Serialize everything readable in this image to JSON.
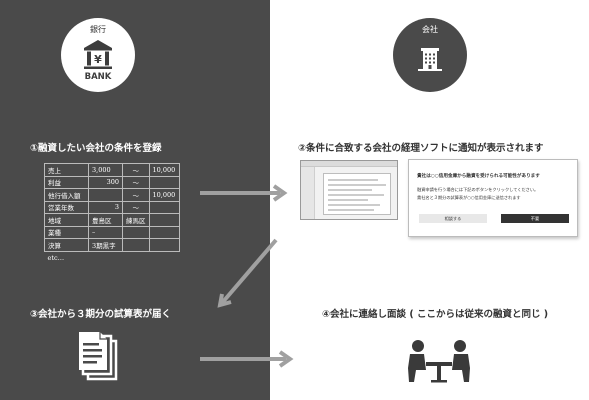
{
  "bank": {
    "label": "銀行",
    "icon": "bank-icon",
    "caption": "BANK",
    "symbol": "¥"
  },
  "company": {
    "label": "会社",
    "icon": "office-building-icon"
  },
  "steps": {
    "step1": "①融資したい会社の条件を登録",
    "step2": "②条件に合致する会社の経理ソフトに通知が表示されます",
    "step3": "③会社から３期分の試算表が届く",
    "step4": "④会社に連絡し面談 ( ここからは従来の融資と同じ )"
  },
  "conditions_table": {
    "rows": [
      [
        "売上",
        "3,000",
        "〜",
        "10,000"
      ],
      [
        "利益",
        "300",
        "〜",
        ""
      ],
      [
        "他行借入額",
        "",
        "〜",
        "10,000"
      ],
      [
        "営業年数",
        "3",
        "〜",
        ""
      ],
      [
        "地域",
        "豊島区",
        "練馬区",
        ""
      ],
      [
        "業種",
        "–",
        "",
        ""
      ],
      [
        "決算",
        "3期黒字",
        "",
        ""
      ],
      [
        "etc…",
        "",
        "",
        ""
      ]
    ]
  },
  "notification": {
    "line1": "貴社は○○信用金庫から融資を受けられる可能性があります",
    "line2": "融資申請を行う場合には下記のボタンをクリックしてください。",
    "line3": "貴社名と３期分の試算表が○○信用金庫に送信されます",
    "consult_button": "相談する",
    "reject_button": "不要"
  },
  "icons": {
    "documents": "documents-stack-icon",
    "meeting": "meeting-people-icon",
    "arrow": "arrow-right-icon"
  },
  "colors": {
    "dark_panel": "#4a4a4a",
    "arrow": "#a0a0a0",
    "light": "#ffffff"
  }
}
